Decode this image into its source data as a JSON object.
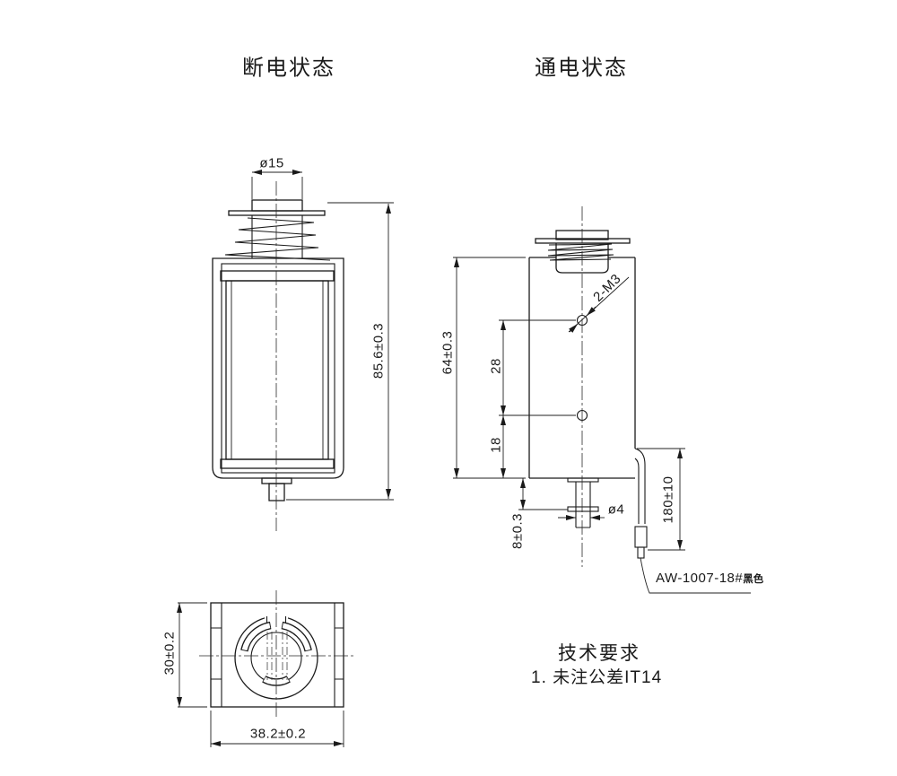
{
  "drawing": {
    "background": "#ffffff",
    "line_color": "#1a1a1a",
    "titles": {
      "left_view": "断电状态",
      "right_view": "通电状态"
    },
    "dims": {
      "plunger_dia": "ø15",
      "overall_height": "85.6±0.3",
      "body_height": "64±0.3",
      "hole_spacing": "28",
      "hole_offset": "18",
      "thread_callout": "2-M3",
      "boss_height": "8±0.3",
      "pin_dia": "ø4",
      "lead_length": "180±10",
      "lead_wire_spec": "AW-1007-18#",
      "lead_wire_color": "黑色",
      "base_width": "30±0.2",
      "base_depth": "38.2±0.2"
    },
    "notes": {
      "heading": "技术要求",
      "item_1": "1. 未注公差IT14"
    }
  }
}
